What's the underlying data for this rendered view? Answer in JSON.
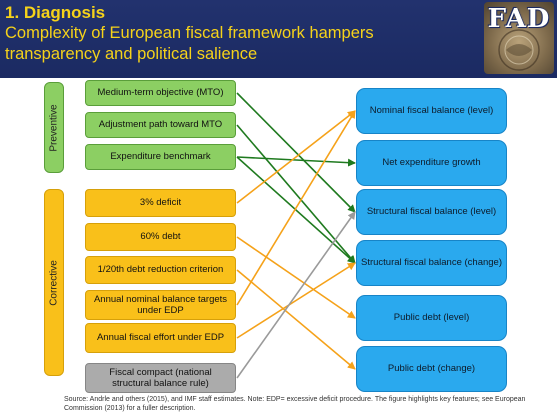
{
  "header": {
    "title": "1. Diagnosis",
    "subtitle": "Complexity of European fiscal framework hampers transparency and political salience",
    "logo_text": "FAD"
  },
  "groups": {
    "preventive": "Preventive",
    "corrective": "Corrective"
  },
  "rules": [
    {
      "label": "Medium-term objective (MTO)",
      "color": "green"
    },
    {
      "label": "Adjustment path toward MTO",
      "color": "green"
    },
    {
      "label": "Expenditure benchmark",
      "color": "green"
    },
    {
      "label": "3% deficit",
      "color": "orange"
    },
    {
      "label": "60% debt",
      "color": "orange"
    },
    {
      "label": "1/20th debt reduction criterion",
      "color": "orange"
    },
    {
      "label": "Annual nominal balance targets under EDP",
      "color": "orange"
    },
    {
      "label": "Annual fiscal effort under EDP",
      "color": "orange"
    },
    {
      "label": "Fiscal compact (national structural balance rule)",
      "color": "gray"
    }
  ],
  "indicators": [
    {
      "label": "Nominal fiscal balance (level)"
    },
    {
      "label": "Net expenditure growth"
    },
    {
      "label": "Structural fiscal balance (level)"
    },
    {
      "label": "Structural fiscal balance (change)"
    },
    {
      "label": "Public debt (level)"
    },
    {
      "label": "Public debt (change)"
    }
  ],
  "links": [
    {
      "from": 0,
      "to": 2,
      "color": "#1f7a1f"
    },
    {
      "from": 1,
      "to": 3,
      "color": "#1f7a1f"
    },
    {
      "from": 2,
      "to": 1,
      "color": "#1f7a1f"
    },
    {
      "from": 2,
      "to": 3,
      "color": "#1f7a1f"
    },
    {
      "from": 3,
      "to": 0,
      "color": "#f5a21a"
    },
    {
      "from": 4,
      "to": 4,
      "color": "#f5a21a"
    },
    {
      "from": 5,
      "to": 5,
      "color": "#f5a21a"
    },
    {
      "from": 6,
      "to": 0,
      "color": "#f5a21a"
    },
    {
      "from": 7,
      "to": 3,
      "color": "#f5a21a"
    },
    {
      "from": 8,
      "to": 2,
      "color": "#9a9a9a"
    }
  ],
  "source": "Source: Andrle and others (2015), and IMF staff estimates. Note: EDP= excessive deficit procedure. The figure highlights key features; see European Commission (2013) for a fuller description."
}
